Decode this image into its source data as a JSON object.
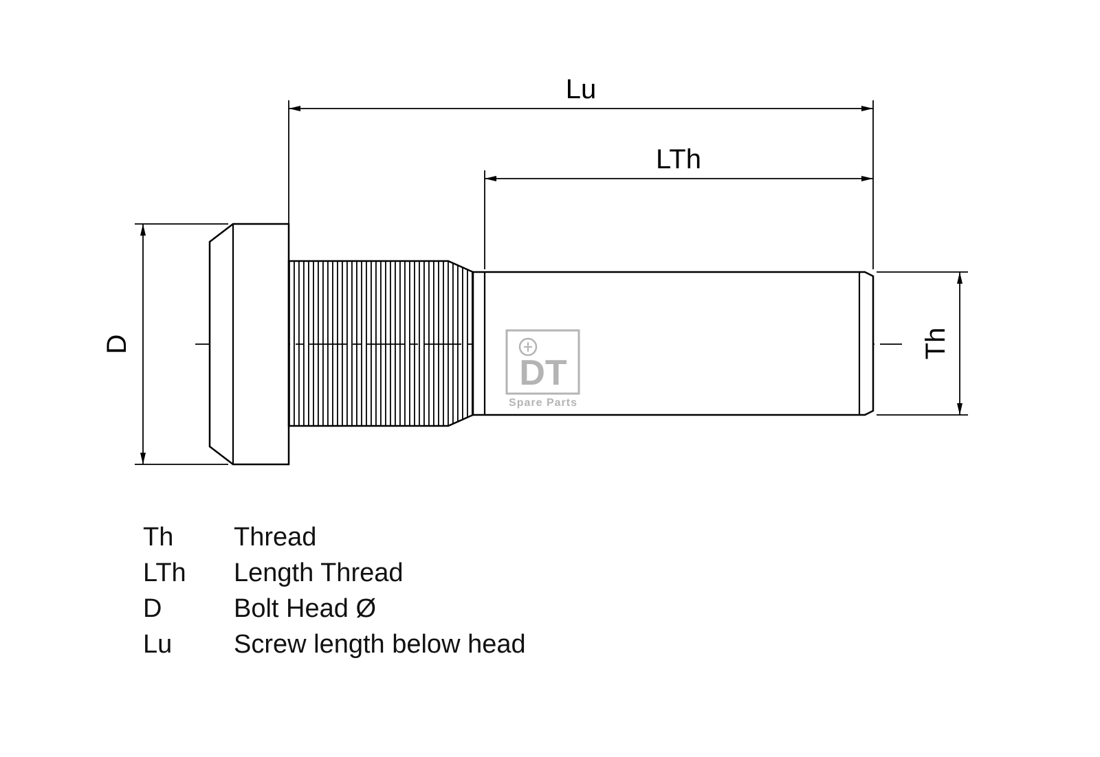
{
  "diagram": {
    "labels": {
      "lu": "Lu",
      "lth": "LTh",
      "d": "D",
      "th": "Th"
    },
    "line_color": "#000000",
    "watermark_color": "#b4b4b4"
  },
  "watermark": {
    "logo": "DT",
    "subtitle": "Spare Parts"
  },
  "legend": {
    "rows": [
      {
        "abbr": "Th",
        "desc": "Thread"
      },
      {
        "abbr": "LTh",
        "desc": "Length Thread"
      },
      {
        "abbr": "D",
        "desc": "Bolt Head Ø"
      },
      {
        "abbr": "Lu",
        "desc": "Screw length below head"
      }
    ]
  }
}
